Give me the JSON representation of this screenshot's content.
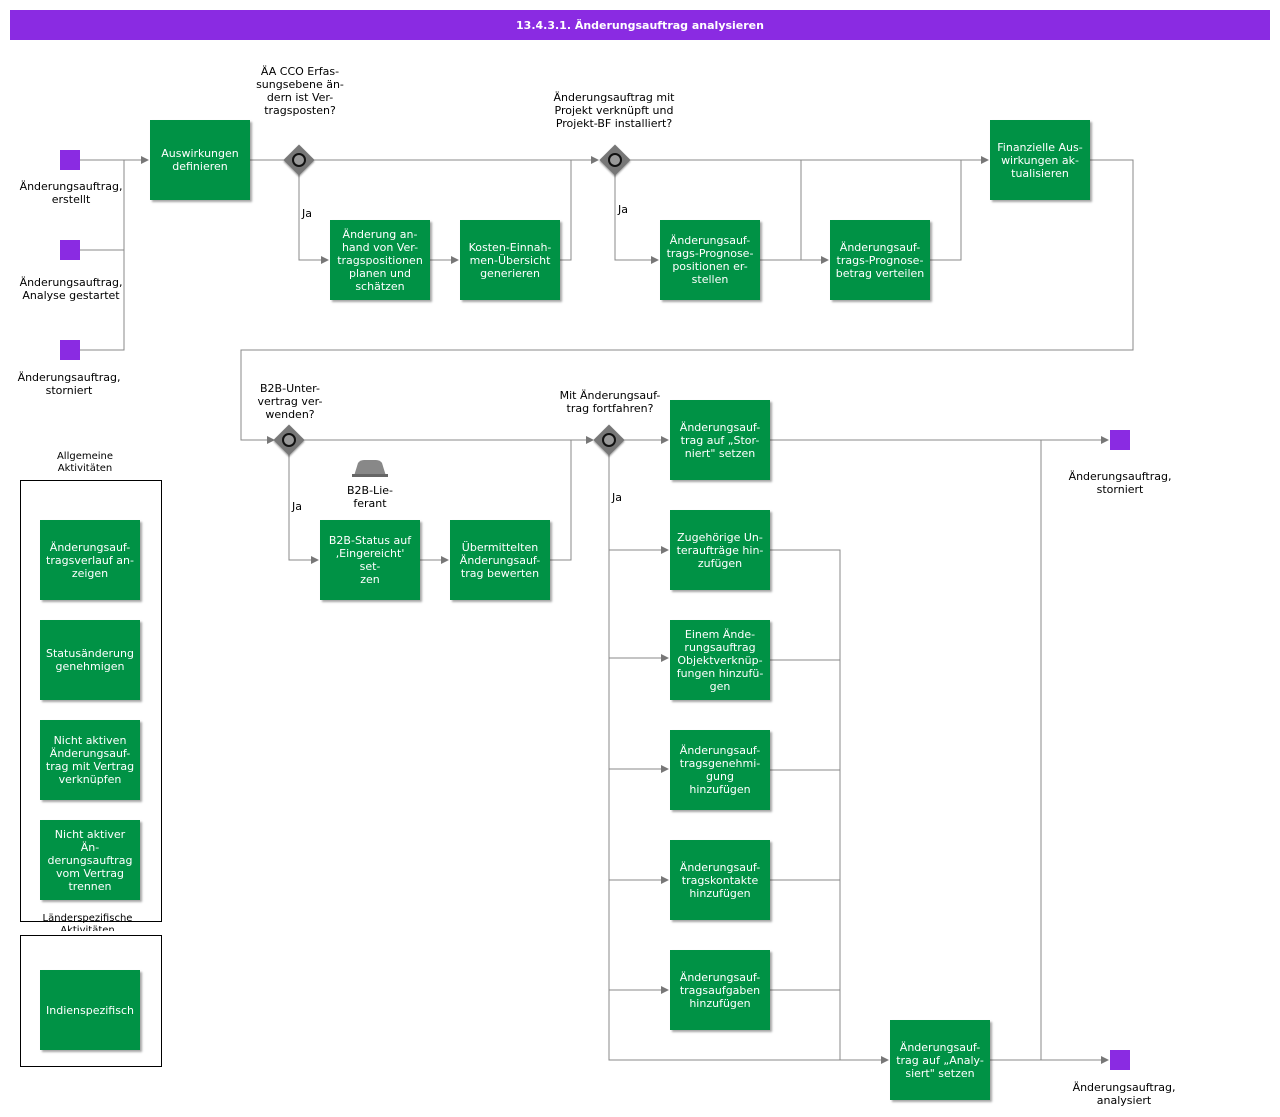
{
  "title": "13.4.3.1. Änderungsauftrag analysieren",
  "colors": {
    "header": "#8a2be2",
    "task": "#009245",
    "event": "#8a2be2",
    "gateway": "#777777",
    "line": "#777777"
  },
  "events": {
    "start_erstellt": "Änderungsauftrag,\nerstellt",
    "start_analyse": "Änderungsauftrag,\nAnalyse gestartet",
    "start_storniert": "Änderungsauftrag,\nstorniert",
    "end_storniert": "Änderungsauftrag,\nstorniert",
    "end_analysiert": "Änderungsauftrag,\nanalysiert"
  },
  "gateways": {
    "g1": "ÄA CCO Erfas-\nsungsebene än-\ndern ist Ver-\ntragsposten?",
    "g2": "Änderungsauftrag mit\nProjekt verknüpft und\nProjekt-BF installiert?",
    "g3": "B2B-Unter-\nvertrag ver-\nwenden?",
    "g4": "Mit Änderungsauf-\ntrag fortfahren?"
  },
  "ja_label": "Ja",
  "tasks": {
    "auswirkungen": "Auswirkungen\ndefinieren",
    "aenderung_planen": "Änderung an-\nhand von Ver-\ntragspositionen\nplanen und\nschätzen",
    "kosten": "Kosten-Einnah-\nmen-Übersicht\ngenerieren",
    "prognose_pos": "Änderungsauf-\ntrags-Prognose-\npositionen er-\nstellen",
    "prognose_betrag": "Änderungsauf-\ntrags-Prognose-\nbetrag verteilen",
    "finanzielle": "Finanzielle Aus-\nwirkungen ak-\ntualisieren",
    "b2b_status": "B2B-Status auf\n‚Eingereicht' set-\nzen",
    "uebermittelt": "Übermittelten\nÄnderungsauf-\ntrag bewerten",
    "storniert_setzen": "Änderungsauf-\ntrag auf „Stor-\nniert\" setzen",
    "unterauftraege": "Zugehörige Un-\nteraufträge hin-\nzufügen",
    "objektverkn": "Einem Ände-\nrungsauftrag\nObjektverknüp-\nfungen hinzufü-\ngen",
    "genehmigung": "Änderungsauf-\ntragsgenehmi-\ngung hinzufügen",
    "kontakte": "Änderungsauf-\ntragskontakte\nhinzufügen",
    "aufgaben": "Änderungsauf-\ntragsaufgaben\nhinzufügen",
    "analysiert_setzen": "Änderungsauf-\ntrag auf „Analy-\nsiert\" setzen"
  },
  "actor": "B2B-Lie-\nferant",
  "groups": {
    "allgemein_label": "Allgemeine\nAktivitäten",
    "allgemein_items": [
      "Änderungsauf-\ntragsverlauf an-\nzeigen",
      "Statusänderung\ngenehmigen",
      "Nicht aktiven\nÄnderungsauf-\ntrag mit Vertrag\nverknüpfen",
      "Nicht aktiver Än-\nderungsauftrag\nvom Vertrag\ntrennen"
    ],
    "laender_label": "Länderspezifische\nAktivitäten",
    "laender_items": [
      "Indienspezifisch"
    ]
  }
}
